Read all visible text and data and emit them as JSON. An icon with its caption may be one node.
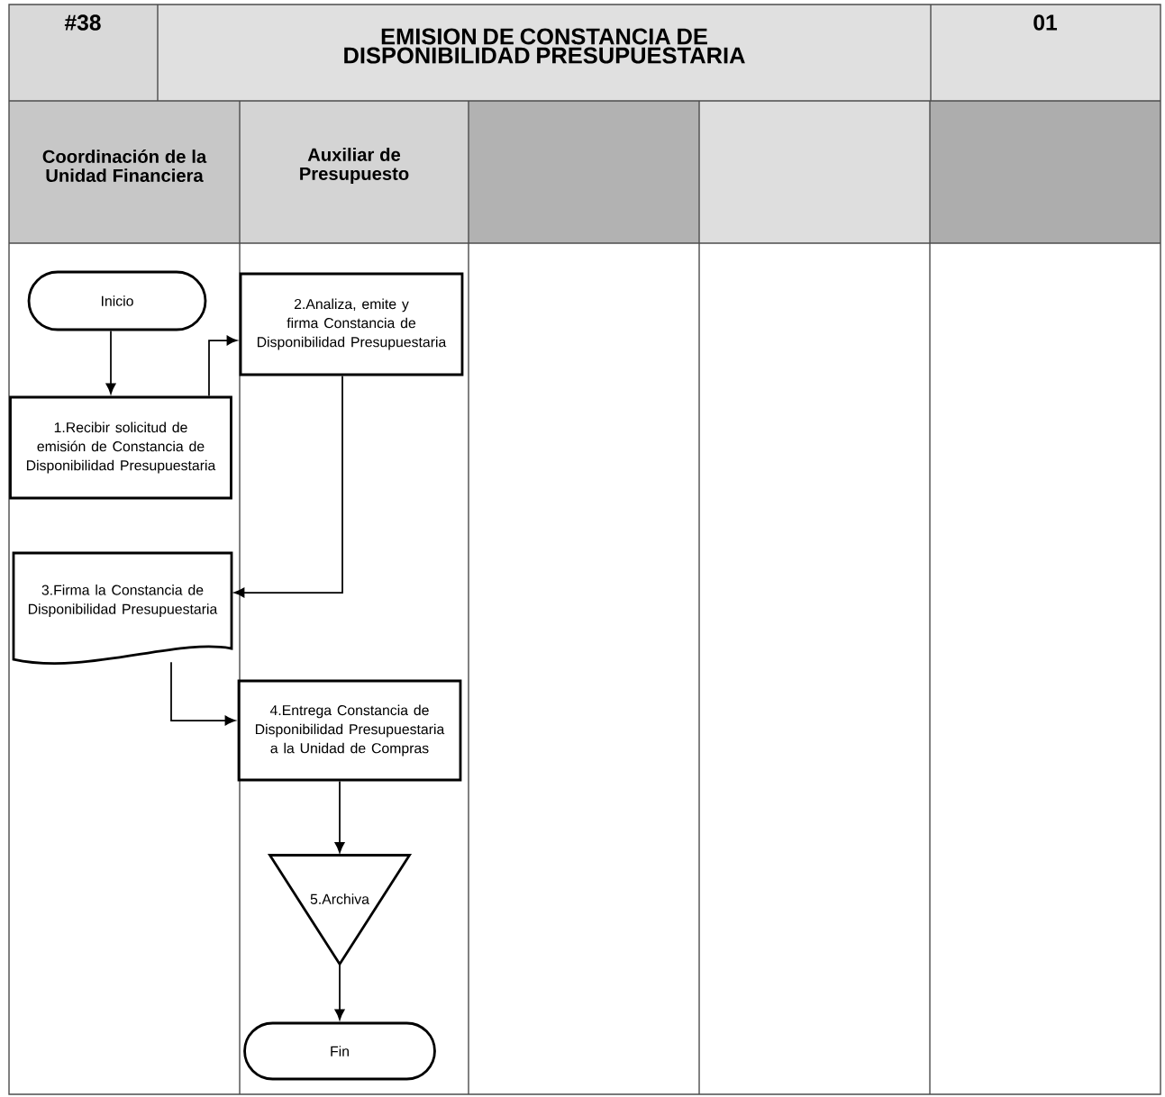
{
  "diagram": {
    "title": "EMISION DE CONSTANCIA DE DISPONIBILIDAD PRESUPUESTARIA",
    "nodes": [
      {
        "text": [
          "Inicio"
        ]
      },
      {
        "text": [
          "1.Recibir solicitud de emisión de Constancia de Disponibilidad Presupuestaria"
        ]
      },
      {
        "text": [
          "2.Analiza, emite y firma Constancia de Disponibilidad Presupuestaria"
        ]
      },
      {
        "text": [
          "3.Firma la Constancia de Disponibilidad Presupuestaria"
        ]
      },
      {
        "text": [
          "4.Entrega Constancia de Disponibilidad Presupuestaria a la Unidad de Compras"
        ]
      },
      {
        "text": [
          "5.Archiva"
        ]
      },
      {
        "text": [
          "Fin"
        ]
      }
    ],
    "edges": [
      {
        "from": 0,
        "to": 1,
        "arrow": "to"
      },
      {
        "from": 1,
        "to": 2,
        "arrow": "to"
      },
      {
        "from": 2,
        "to": 3,
        "arrow": "to"
      },
      {
        "from": 3,
        "to": 4,
        "arrow": "to"
      },
      {
        "from": 4,
        "to": 5,
        "arrow": "to"
      },
      {
        "from": 5,
        "to": 6,
        "arrow": "to"
      }
    ],
    "labels": [
      "#38",
      "01",
      "Coordinación de la Unidad Financiera",
      "Auxiliar de Presupuesto"
    ]
  }
}
